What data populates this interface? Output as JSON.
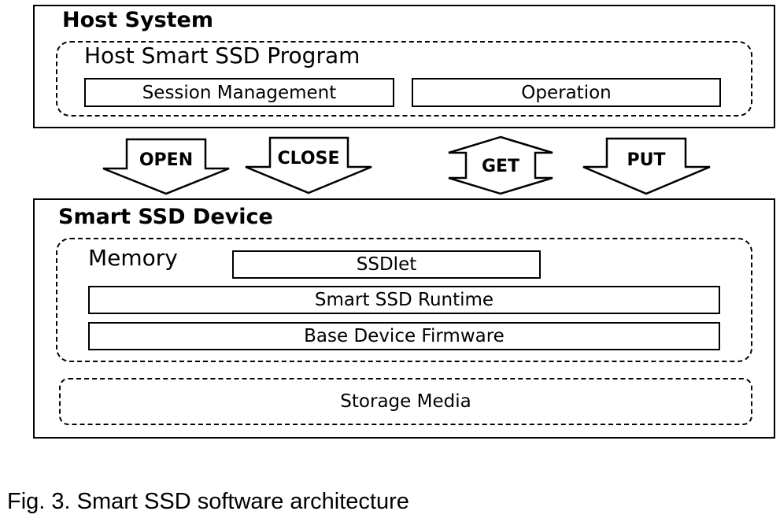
{
  "host": {
    "title": "Host System",
    "program": {
      "title": "Host Smart SSD Program",
      "modules": [
        "Session Management",
        "Operation"
      ]
    }
  },
  "arrows": [
    {
      "label": "OPEN",
      "direction": "down"
    },
    {
      "label": "CLOSE",
      "direction": "down"
    },
    {
      "label": "GET",
      "direction": "both"
    },
    {
      "label": "PUT",
      "direction": "down"
    }
  ],
  "device": {
    "title": "Smart SSD Device",
    "memory": {
      "title": "Memory",
      "ssdlet": "SSDlet",
      "runtime": "Smart SSD Runtime",
      "firmware": "Base Device Firmware"
    },
    "storage": "Storage Media"
  },
  "caption": "Fig. 3. Smart SSD software architecture"
}
